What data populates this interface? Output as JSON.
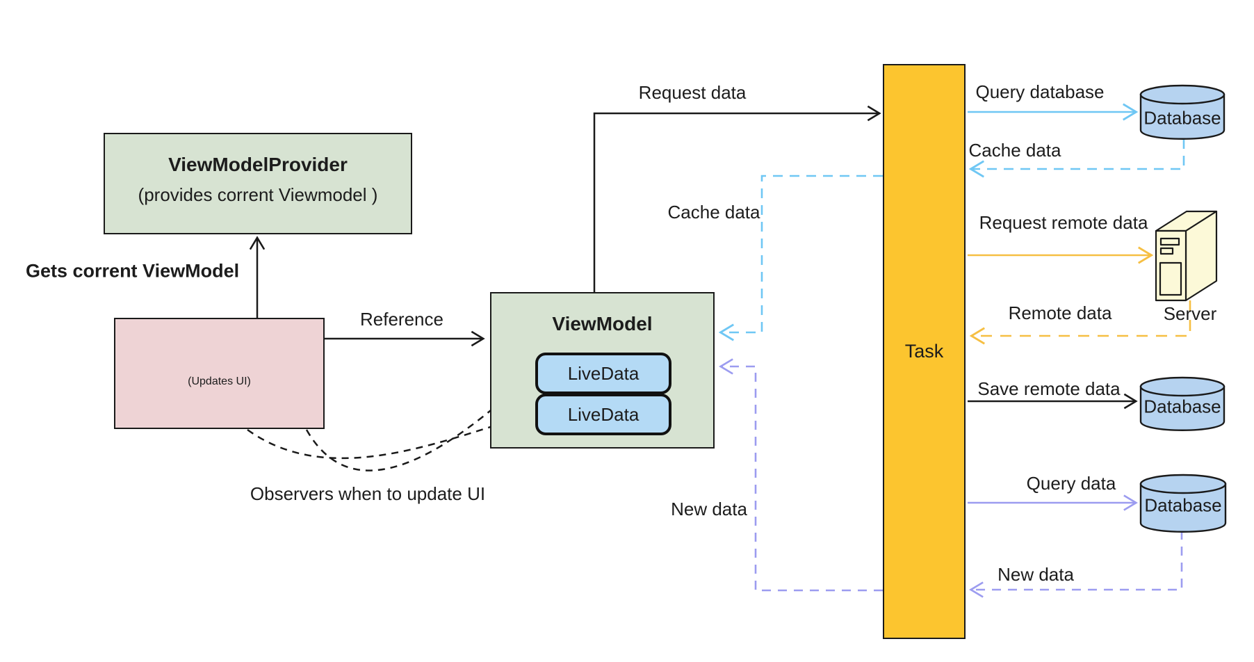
{
  "diagram": {
    "nodes": {
      "view_model_provider": {
        "title": "ViewModelProvider",
        "subtitle": "(provides corrent Viewmodel )"
      },
      "ui": {
        "label": "(Updates UI)"
      },
      "view_model": {
        "title": "ViewModel",
        "livedata_1": "LiveData",
        "livedata_2": "LiveData"
      },
      "task": {
        "label": "Task"
      },
      "database_top": {
        "label": "Database"
      },
      "database_middle": {
        "label": "Database"
      },
      "database_bottom": {
        "label": "Database"
      },
      "server": {
        "label": "Server"
      }
    },
    "edges": {
      "gets_viewmodel": "Gets corrent ViewModel",
      "reference": "Reference",
      "observers": "Observers when to update UI",
      "request_data": "Request data",
      "cache_data_left": "Cache data",
      "new_data_left": "New data",
      "query_database": "Query database",
      "cache_data_right": "Cache data",
      "request_remote_data": "Request remote data",
      "remote_data": "Remote data",
      "save_remote_data": "Save remote data",
      "query_data": "Query data",
      "new_data_right": "New data"
    },
    "colors": {
      "node_green": "#d7e3d2",
      "node_pink": "#eed3d5",
      "livedata_blue": "#b4daf5",
      "database_blue": "#b6d3f0",
      "task_yellow": "#fcc52f",
      "server_yellow": "#fcf9d8",
      "arrow_blue": "#6fc7f4",
      "arrow_orange": "#f6bf43",
      "arrow_purple": "#9c9cf0",
      "arrow_black": "#1a1a1a"
    }
  }
}
